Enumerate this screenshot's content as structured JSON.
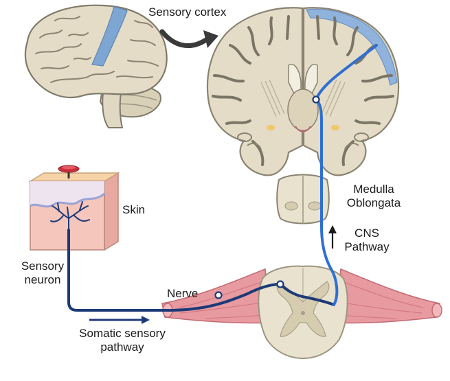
{
  "labels": {
    "sensory_cortex": "Sensory cortex",
    "skin": "Skin",
    "sensory_neuron_line1": "Sensory",
    "sensory_neuron_line2": "neuron",
    "nerve": "Nerve",
    "medulla_line1": "Medulla",
    "medulla_line2": "Oblongata",
    "cns_line1": "CNS",
    "cns_line2": "Pathway",
    "somatic_line1": "Somatic sensory",
    "somatic_line2": "pathway"
  },
  "colors": {
    "brain_fill": "#e4dcc6",
    "brain_stroke": "#7f7a6a",
    "cortex_highlight": "#7ea6d2",
    "sensory_neuron": "#1d3a78",
    "cns_pathway": "#2e6fd3",
    "muscle": "#e79aa0",
    "skin_tissue": "#f5c6bc",
    "skin_top": "#f6d4a8",
    "stimulus_pin": "#c9303a"
  },
  "icons": {
    "pointer_arrow": "curved-arrow-icon",
    "cns_arrow": "arrow-up-icon",
    "somatic_arrow": "arrow-right-icon"
  }
}
